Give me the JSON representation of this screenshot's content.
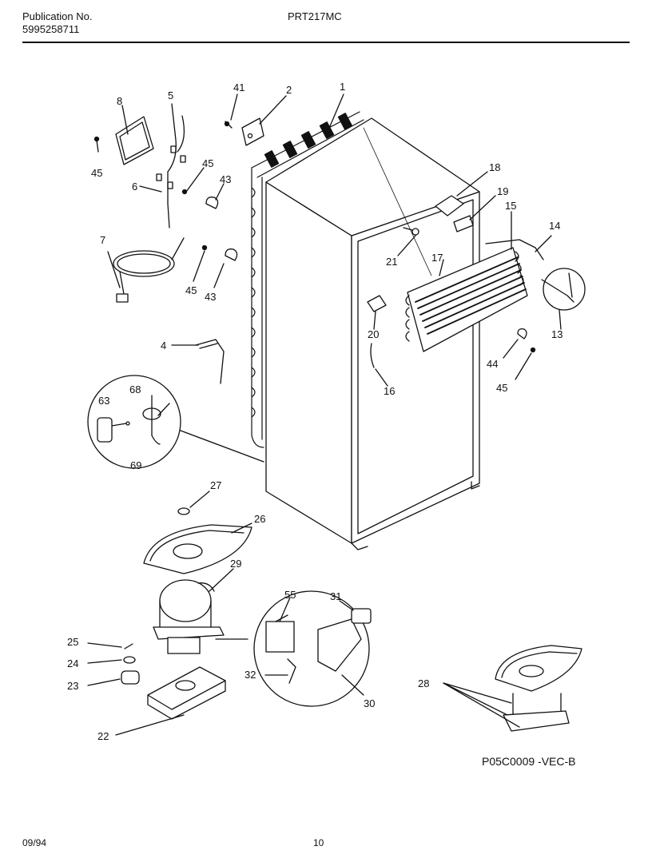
{
  "header": {
    "publication_label": "Publication No.",
    "publication_number": "5995258711",
    "model": "PRT217MC"
  },
  "footer": {
    "date": "09/94",
    "page": "10"
  },
  "diagram_code": "P05C0009 -VEC-B",
  "callouts": [
    "1",
    "2",
    "41",
    "5",
    "8",
    "45",
    "45",
    "6",
    "43",
    "7",
    "45",
    "43",
    "4",
    "18",
    "19",
    "15",
    "14",
    "21",
    "17",
    "13",
    "20",
    "44",
    "45",
    "16",
    "63",
    "68",
    "69",
    "27",
    "26",
    "29",
    "55",
    "31",
    "25",
    "24",
    "23",
    "32",
    "30",
    "22",
    "28"
  ]
}
